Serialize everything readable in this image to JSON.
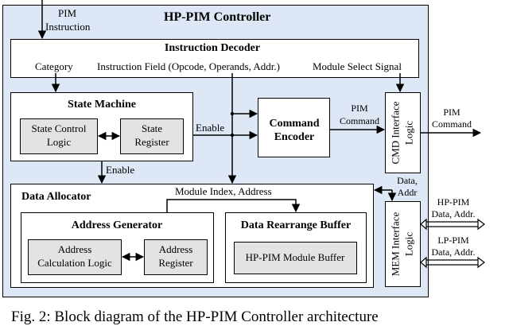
{
  "input": {
    "label_line1": "PIM",
    "label_line2": "Instruction"
  },
  "controller": {
    "title": "HP-PIM Controller"
  },
  "decoder": {
    "title": "Instruction Decoder",
    "category": "Category",
    "field": "Instruction Field (Opcode, Operands, Addr.)",
    "module_select": "Module Select Signal"
  },
  "state_machine": {
    "title": "State Machine",
    "control_logic": [
      "State Control",
      "Logic"
    ],
    "register": [
      "State",
      "Register"
    ]
  },
  "enable_right": "Enable",
  "enable_down": "Enable",
  "command_encoder": {
    "line1": "Command",
    "line2": "Encoder"
  },
  "pim_command_inner": [
    "PIM",
    "Command"
  ],
  "cmd_interface": [
    "CMD Interface",
    "Logic"
  ],
  "pim_command_out": [
    "PIM",
    "Command"
  ],
  "data_allocator": {
    "title": "Data Allocator",
    "module_index": "Module Index, Address",
    "address_generator": {
      "title": "Address Generator",
      "calc_logic": [
        "Address",
        "Calculation Logic"
      ],
      "register": [
        "Address",
        "Register"
      ]
    },
    "rearrange_buffer": {
      "title": "Data Rearrange Buffer",
      "module_buffer": "HP-PIM Module Buffer"
    }
  },
  "data_addr_inner": [
    "Data,",
    "Addr"
  ],
  "mem_interface": [
    "MEM Interface",
    "Logic"
  ],
  "hp_pim_out": [
    "HP-PIM",
    "Data, Addr."
  ],
  "lp_pim_out": [
    "LP-PIM",
    "Data, Addr."
  ],
  "caption": "Fig. 2: Block diagram of the HP-PIM Controller architecture"
}
